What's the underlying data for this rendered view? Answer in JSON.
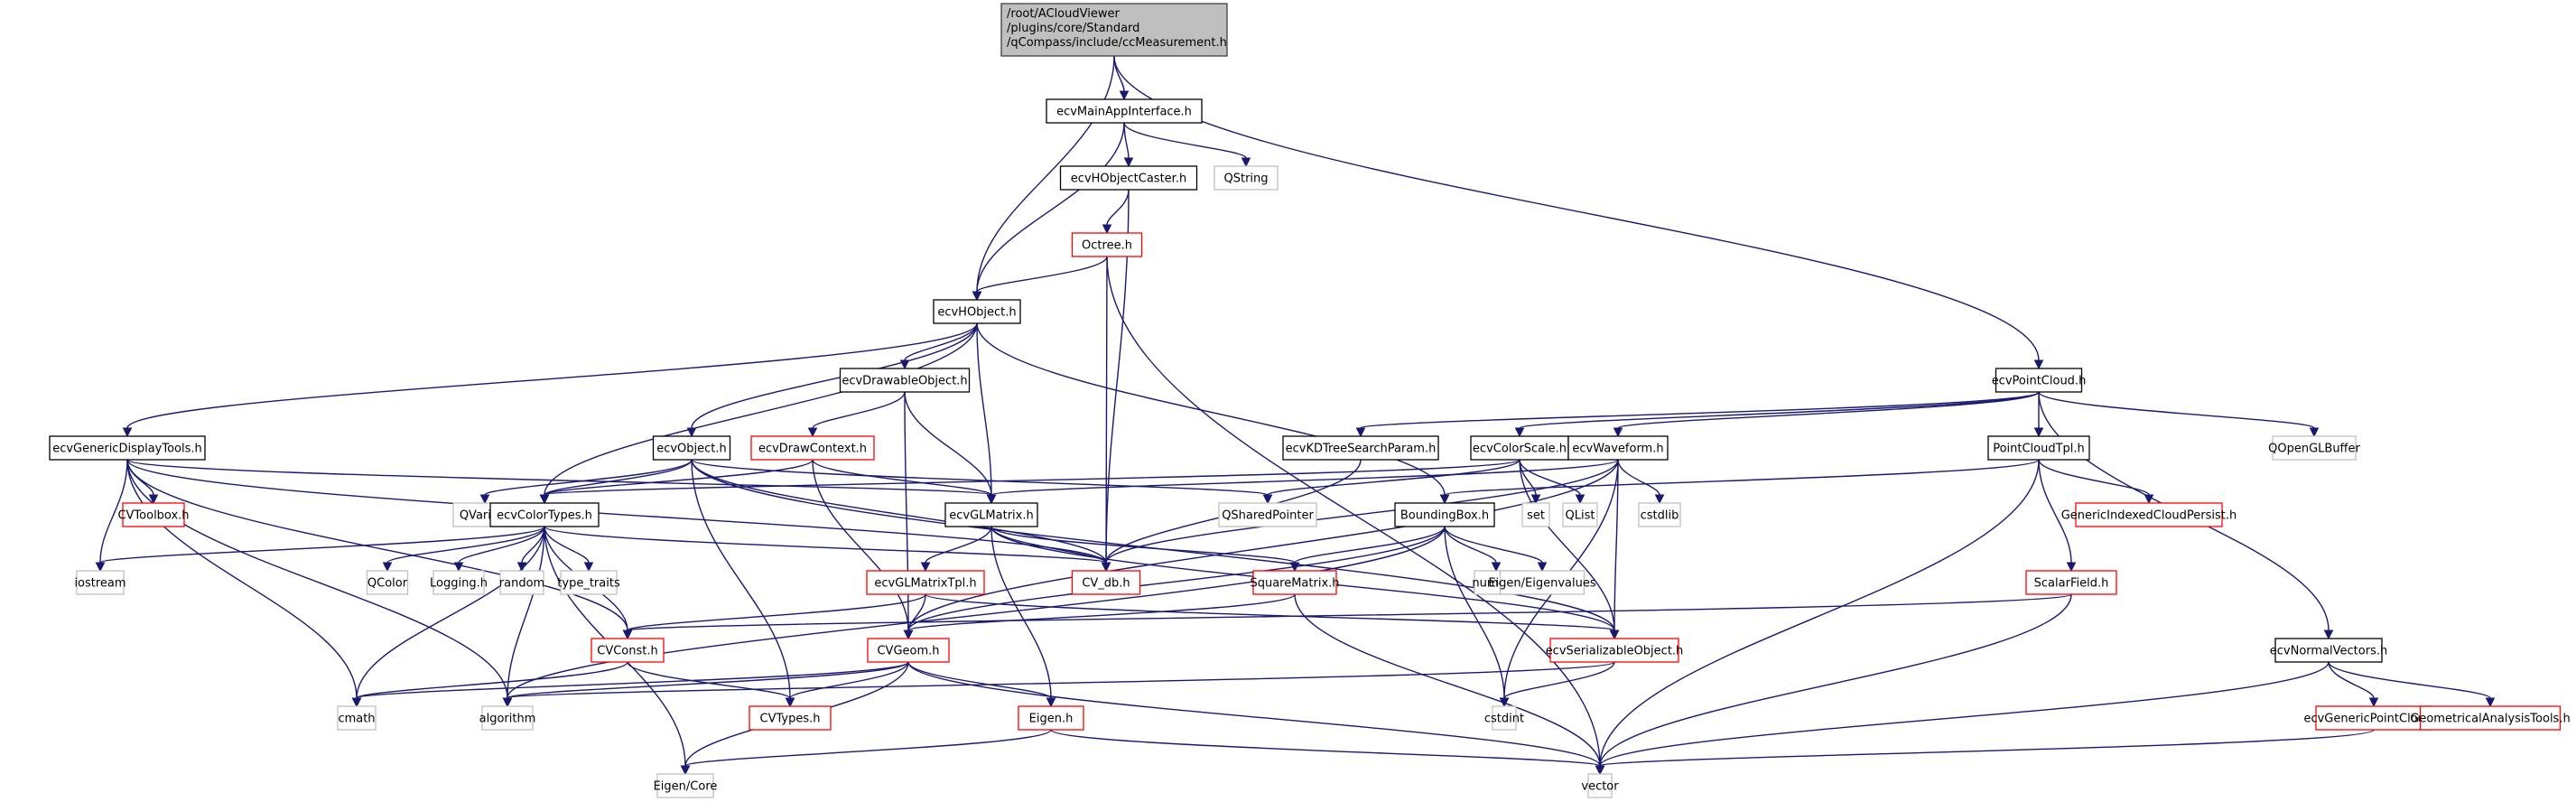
{
  "title": "Include dependency graph for ccMeasurement.h",
  "colors": {
    "edge": "#191970",
    "root_fill": "#bfbfbf",
    "root_border": "#404040",
    "documented_border": "#000000",
    "incomplete_border": "#ff0000",
    "external_border": "#bfbfbf",
    "text": "#000000"
  },
  "nodes": [
    {
      "id": "root",
      "label": "/root/ACloudViewer\n/plugins/core/Standard\n/qCompass/include/ccMeasurement.h",
      "kind": "root"
    },
    {
      "id": "ecvMainAppInterface",
      "label": "ecvMainAppInterface.h",
      "kind": "documented"
    },
    {
      "id": "ecvHObjectCaster",
      "label": "ecvHObjectCaster.h",
      "kind": "documented"
    },
    {
      "id": "QString",
      "label": "QString",
      "kind": "external"
    },
    {
      "id": "Octree",
      "label": "Octree.h",
      "kind": "incomplete"
    },
    {
      "id": "ecvHObject",
      "label": "ecvHObject.h",
      "kind": "documented"
    },
    {
      "id": "ecvPointCloud",
      "label": "ecvPointCloud.h",
      "kind": "documented"
    },
    {
      "id": "ecvDrawableObject",
      "label": "ecvDrawableObject.h",
      "kind": "documented"
    },
    {
      "id": "ecvGenericDisplayTools",
      "label": "ecvGenericDisplayTools.h",
      "kind": "documented"
    },
    {
      "id": "ecvObject",
      "label": "ecvObject.h",
      "kind": "documented"
    },
    {
      "id": "ecvDrawContext",
      "label": "ecvDrawContext.h",
      "kind": "incomplete"
    },
    {
      "id": "ecvKDTreeSearchParam",
      "label": "ecvKDTreeSearchParam.h",
      "kind": "documented"
    },
    {
      "id": "ecvColorScale",
      "label": "ecvColorScale.h",
      "kind": "documented"
    },
    {
      "id": "ecvWaveform",
      "label": "ecvWaveform.h",
      "kind": "documented"
    },
    {
      "id": "PointCloudTpl",
      "label": "PointCloudTpl.h",
      "kind": "documented"
    },
    {
      "id": "QOpenGLBuffer",
      "label": "QOpenGLBuffer",
      "kind": "external"
    },
    {
      "id": "CVToolbox",
      "label": "CVToolbox.h",
      "kind": "incomplete"
    },
    {
      "id": "QVariant",
      "label": "QVariant",
      "kind": "external"
    },
    {
      "id": "ecvColorTypes",
      "label": "ecvColorTypes.h",
      "kind": "documented"
    },
    {
      "id": "ecvGLMatrix",
      "label": "ecvGLMatrix.h",
      "kind": "documented"
    },
    {
      "id": "QSharedPointer",
      "label": "QSharedPointer",
      "kind": "external"
    },
    {
      "id": "BoundingBox",
      "label": "BoundingBox.h",
      "kind": "documented"
    },
    {
      "id": "set",
      "label": "set",
      "kind": "external"
    },
    {
      "id": "QList",
      "label": "QList",
      "kind": "external"
    },
    {
      "id": "cstdlib",
      "label": "cstdlib",
      "kind": "external"
    },
    {
      "id": "GenericIndexedCloudPersist",
      "label": "GenericIndexedCloudPersist.h",
      "kind": "incomplete"
    },
    {
      "id": "iostream",
      "label": "iostream",
      "kind": "external"
    },
    {
      "id": "QColor",
      "label": "QColor",
      "kind": "external"
    },
    {
      "id": "Logging",
      "label": "Logging.h",
      "kind": "external"
    },
    {
      "id": "random",
      "label": "random",
      "kind": "external"
    },
    {
      "id": "type_traits",
      "label": "type_traits",
      "kind": "external"
    },
    {
      "id": "CV_db",
      "label": "CV_db.h",
      "kind": "incomplete"
    },
    {
      "id": "SquareMatrix",
      "label": "SquareMatrix.h",
      "kind": "incomplete"
    },
    {
      "id": "numeric",
      "label": "numeric",
      "kind": "external"
    },
    {
      "id": "EigenEigenvalues",
      "label": "Eigen/Eigenvalues",
      "kind": "external"
    },
    {
      "id": "ScalarField",
      "label": "ScalarField.h",
      "kind": "incomplete"
    },
    {
      "id": "ecvGLMatrixTpl",
      "label": "ecvGLMatrixTpl.h",
      "kind": "incomplete"
    },
    {
      "id": "CVConst",
      "label": "CVConst.h",
      "kind": "incomplete"
    },
    {
      "id": "CVGeom",
      "label": "CVGeom.h",
      "kind": "incomplete"
    },
    {
      "id": "ecvSerializableObject",
      "label": "ecvSerializableObject.h",
      "kind": "incomplete"
    },
    {
      "id": "ecvNormalVectors",
      "label": "ecvNormalVectors.h",
      "kind": "documented"
    },
    {
      "id": "cmath",
      "label": "cmath",
      "kind": "external"
    },
    {
      "id": "algorithm",
      "label": "algorithm",
      "kind": "external"
    },
    {
      "id": "CVTypes",
      "label": "CVTypes.h",
      "kind": "incomplete"
    },
    {
      "id": "Eigen",
      "label": "Eigen.h",
      "kind": "incomplete"
    },
    {
      "id": "cstdint",
      "label": "cstdint",
      "kind": "external"
    },
    {
      "id": "ecvGenericPointCloud",
      "label": "ecvGenericPointCloud.h",
      "kind": "incomplete"
    },
    {
      "id": "GeometricalAnalysisTools",
      "label": "GeometricalAnalysisTools.h",
      "kind": "incomplete"
    },
    {
      "id": "EigenCore",
      "label": "Eigen/Core",
      "kind": "external"
    },
    {
      "id": "vector",
      "label": "vector",
      "kind": "external"
    }
  ],
  "edges": [
    [
      "root",
      "ecvMainAppInterface"
    ],
    [
      "root",
      "ecvHObject"
    ],
    [
      "root",
      "ecvPointCloud"
    ],
    [
      "ecvMainAppInterface",
      "ecvHObjectCaster"
    ],
    [
      "ecvMainAppInterface",
      "QString"
    ],
    [
      "ecvMainAppInterface",
      "ecvHObject"
    ],
    [
      "ecvHObjectCaster",
      "Octree"
    ],
    [
      "ecvHObjectCaster",
      "CV_db"
    ],
    [
      "Octree",
      "ecvHObject"
    ],
    [
      "Octree",
      "CV_db"
    ],
    [
      "Octree",
      "vector"
    ],
    [
      "ecvHObject",
      "ecvDrawableObject"
    ],
    [
      "ecvHObject",
      "ecvObject"
    ],
    [
      "ecvHObject",
      "ecvGenericDisplayTools"
    ],
    [
      "ecvHObject",
      "ecvGLMatrix"
    ],
    [
      "ecvHObject",
      "BoundingBox"
    ],
    [
      "ecvHObject",
      "ecvColorTypes"
    ],
    [
      "ecvDrawableObject",
      "ecvDrawContext"
    ],
    [
      "ecvDrawableObject",
      "ecvGLMatrix"
    ],
    [
      "ecvDrawableObject",
      "CVGeom"
    ],
    [
      "ecvGenericDisplayTools",
      "CVToolbox"
    ],
    [
      "ecvGenericDisplayTools",
      "iostream"
    ],
    [
      "ecvGenericDisplayTools",
      "CVConst"
    ],
    [
      "ecvGenericDisplayTools",
      "cmath"
    ],
    [
      "ecvGenericDisplayTools",
      "algorithm"
    ],
    [
      "ecvGenericDisplayTools",
      "ecvGLMatrix"
    ],
    [
      "ecvGenericDisplayTools",
      "CV_db"
    ],
    [
      "ecvObject",
      "QVariant"
    ],
    [
      "ecvObject",
      "ecvColorTypes"
    ],
    [
      "ecvObject",
      "CV_db"
    ],
    [
      "ecvObject",
      "CVTypes"
    ],
    [
      "ecvObject",
      "QSharedPointer"
    ],
    [
      "ecvObject",
      "ecvSerializableObject"
    ],
    [
      "ecvDrawContext",
      "ecvColorTypes"
    ],
    [
      "ecvDrawContext",
      "ecvGLMatrix"
    ],
    [
      "ecvDrawContext",
      "CVGeom"
    ],
    [
      "ecvColorTypes",
      "iostream"
    ],
    [
      "ecvColorTypes",
      "QColor"
    ],
    [
      "ecvColorTypes",
      "Logging"
    ],
    [
      "ecvColorTypes",
      "random"
    ],
    [
      "ecvColorTypes",
      "type_traits"
    ],
    [
      "ecvColorTypes",
      "CVConst"
    ],
    [
      "ecvColorTypes",
      "cmath"
    ],
    [
      "ecvColorTypes",
      "algorithm"
    ],
    [
      "ecvColorTypes",
      "EigenCore"
    ],
    [
      "ecvColorTypes",
      "CV_db"
    ],
    [
      "ecvGLMatrix",
      "ecvGLMatrixTpl"
    ],
    [
      "ecvGLMatrix",
      "CV_db"
    ],
    [
      "ecvGLMatrix",
      "SquareMatrix"
    ],
    [
      "ecvGLMatrix",
      "Eigen"
    ],
    [
      "ecvGLMatrix",
      "ecvSerializableObject"
    ],
    [
      "ecvGLMatrixTpl",
      "CVConst"
    ],
    [
      "ecvGLMatrixTpl",
      "CVGeom"
    ],
    [
      "ecvGLMatrixTpl",
      "ecvSerializableObject"
    ],
    [
      "CVConst",
      "cmath"
    ],
    [
      "CVConst",
      "CVTypes"
    ],
    [
      "CVGeom",
      "cmath"
    ],
    [
      "CVGeom",
      "algorithm"
    ],
    [
      "CVGeom",
      "CVTypes"
    ],
    [
      "CVGeom",
      "Eigen"
    ],
    [
      "CVGeom",
      "EigenCore"
    ],
    [
      "CVGeom",
      "vector"
    ],
    [
      "Eigen",
      "EigenCore"
    ],
    [
      "Eigen",
      "vector"
    ],
    [
      "SquareMatrix",
      "CVGeom"
    ],
    [
      "SquareMatrix",
      "vector"
    ],
    [
      "ecvPointCloud",
      "ecvKDTreeSearchParam"
    ],
    [
      "ecvPointCloud",
      "ecvColorScale"
    ],
    [
      "ecvPointCloud",
      "ecvWaveform"
    ],
    [
      "ecvPointCloud",
      "PointCloudTpl"
    ],
    [
      "ecvPointCloud",
      "QOpenGLBuffer"
    ],
    [
      "ecvPointCloud",
      "ecvNormalVectors"
    ],
    [
      "ecvKDTreeSearchParam",
      "CV_db"
    ],
    [
      "ecvColorScale",
      "ecvColorTypes"
    ],
    [
      "ecvColorScale",
      "QSharedPointer"
    ],
    [
      "ecvColorScale",
      "set"
    ],
    [
      "ecvColorScale",
      "QList"
    ],
    [
      "ecvColorScale",
      "ecvSerializableObject"
    ],
    [
      "ecvWaveform",
      "ecvGLMatrix"
    ],
    [
      "ecvWaveform",
      "cstdlib"
    ],
    [
      "ecvWaveform",
      "CV_db"
    ],
    [
      "ecvWaveform",
      "CVGeom"
    ],
    [
      "ecvWaveform",
      "ecvSerializableObject"
    ],
    [
      "ecvWaveform",
      "cstdint"
    ],
    [
      "PointCloudTpl",
      "BoundingBox"
    ],
    [
      "PointCloudTpl",
      "GenericIndexedCloudPersist"
    ],
    [
      "PointCloudTpl",
      "ScalarField"
    ],
    [
      "PointCloudTpl",
      "vector"
    ],
    [
      "BoundingBox",
      "numeric"
    ],
    [
      "BoundingBox",
      "EigenEigenvalues"
    ],
    [
      "BoundingBox",
      "SquareMatrix"
    ],
    [
      "BoundingBox",
      "CVGeom"
    ],
    [
      "BoundingBox",
      "algorithm"
    ],
    [
      "BoundingBox",
      "cstdint"
    ],
    [
      "ScalarField",
      "CVConst"
    ],
    [
      "ScalarField",
      "vector"
    ],
    [
      "ecvSerializableObject",
      "cstdint"
    ],
    [
      "ecvSerializableObject",
      "algorithm"
    ],
    [
      "ecvNormalVectors",
      "ecvGenericPointCloud"
    ],
    [
      "ecvNormalVectors",
      "GeometricalAnalysisTools"
    ],
    [
      "ecvNormalVectors",
      "vector"
    ],
    [
      "ecvGenericPointCloud",
      "vector"
    ]
  ]
}
